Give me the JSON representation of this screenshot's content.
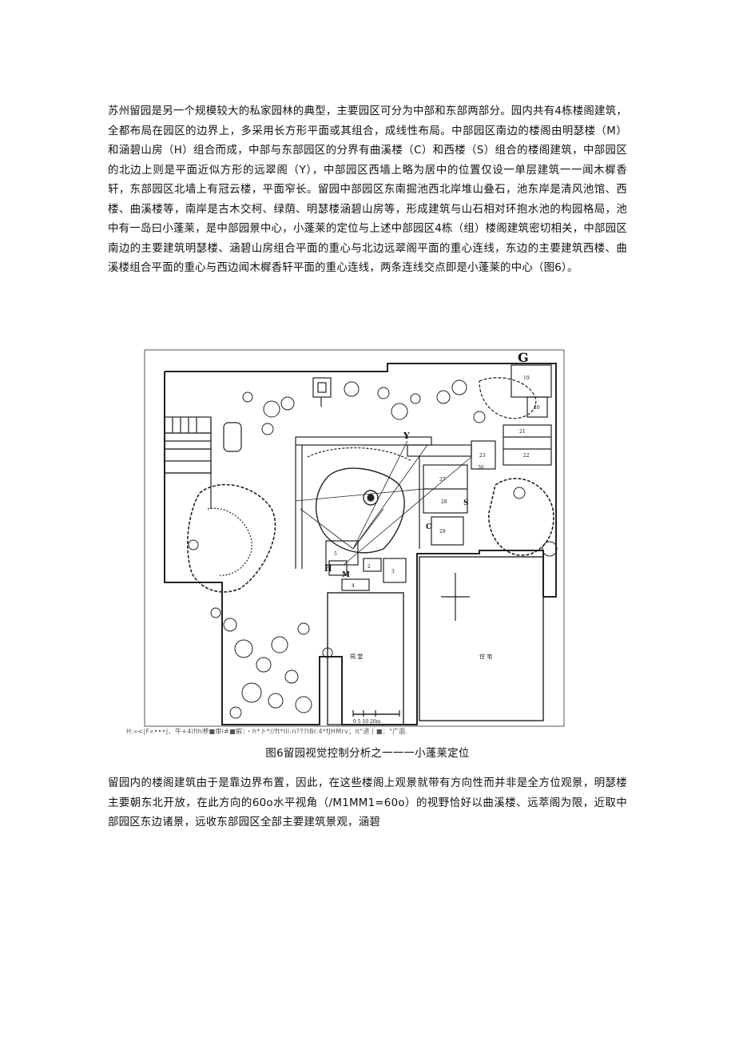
{
  "paragraph_1": "苏州留园是另一个规模较大的私家园林的典型，主要园区可分为中部和东部两部分。园内共有4栋楼阁建筑，全都布局在园区的边界上，多采用长方形平面或其组合，成线性布局。中部园区南边的楼阁由明瑟楼（M）和涵碧山房（H）组合而成，中部与东部园区的分界有曲溪楼（C）和西楼（S）组合的楼阁建筑，中部园区的北边上则是平面近似方形的远翠阁（Y），中部园区西墙上略为居中的位置仅设一单层建筑一一闻木樨香轩，东部园区北墙上有冠云楼，平面窄长。留园中部园区东南掘池西北岸堆山叠石，池东岸是清风池馆、西楼、曲溪楼等，南岸是古木交柯、绿荫、明瑟楼涵碧山房等，形成建筑与山石相对环抱水池的构园格局，池中有一岛曰小蓬莱，是中部园景中心，小蓬莱的定位与上述中部园区4栋（组）楼阁建筑密切相关，中部园区南边的主要建筑明瑟楼、涵碧山房组合平面的重心与北边远翠阁平面的重心连线，东边的主要建筑西楼、曲溪楼组合平面的重心与西边闻木樨香轩平面的重心连线，两条连线交点即是小蓬莱的中心（图6）。",
  "figure": {
    "labels": {
      "g": "G",
      "y": "Y",
      "h": "H",
      "m": "M",
      "c": "C",
      "s": "S",
      "hall_left": "祠 堂",
      "hall_right": "住 宅",
      "scale": "0  5  10    20m"
    },
    "building_numbers": [
      "19",
      "20",
      "21",
      "22",
      "23",
      "27",
      "28",
      "29",
      "30",
      "2",
      "3",
      "4",
      "5"
    ],
    "garbled_caption": "H:«<|F»•••|、牛+4iflh咿■审i#■蝦：・h*卜*//ft*lli:n???lBr.4*fJHMrv；it\"进丨■：\"广面."
  },
  "caption": "图6留园视觉控制分析之一一一小蓬莱定位",
  "paragraph_2": "留园内的楼阁建筑由于是靠边界布置，因此，在这些楼阁上观景就带有方向性而并非是全方位观景，明瑟楼主要朝东北开放，在此方向的60o水平视角（/M1MM1=60o）的视野恰好以曲溪楼、远萃阁为限，近取中部园区东边诸景，远收东部园区全部主要建筑景观，涵碧"
}
